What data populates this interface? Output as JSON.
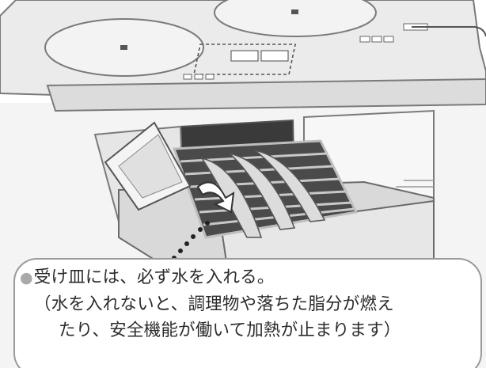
{
  "note": {
    "bullet": "●",
    "heading": "受け皿には、必ず水を入れる。",
    "detail_line1": "（水を入れないと、調理物や落ちた脂分が燃え",
    "detail_line2": "たり、安全機能が働いて加熱が止まります）"
  },
  "colors": {
    "outline": "#9a9a9a",
    "text": "#2b2b2b",
    "bullet": "#a9a9a9",
    "cooktop": "#ececec",
    "burner": "#f3f3f3",
    "rack": "#c8c8c8"
  },
  "icons": [
    "cooktop-illustration",
    "grill-tray-illustration",
    "fish-illustration",
    "water-pouring-illustration",
    "pour-arrow-icon"
  ]
}
